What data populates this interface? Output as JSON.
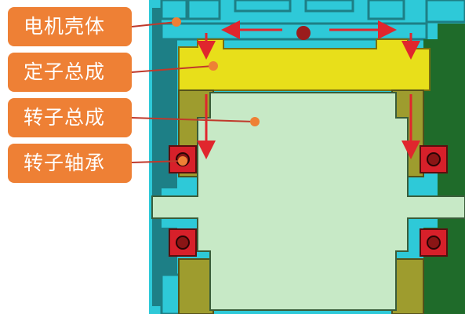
{
  "labels": [
    {
      "id": "motor-housing",
      "text": "电机壳体"
    },
    {
      "id": "stator-assembly",
      "text": "定子总成"
    },
    {
      "id": "rotor-assembly",
      "text": "转子总成"
    },
    {
      "id": "rotor-bearing",
      "text": "转子轴承"
    }
  ],
  "colors": {
    "label_bg": "#ee8035",
    "label_text": "#ffffff",
    "housing_cyan": "#2ec9d8",
    "housing_teal": "#1d7f86",
    "stator_yellow": "#e8df1a",
    "rotor_green": "#c7e9c6",
    "rotor_olive": "#9e9c2e",
    "outer_green": "#1f6b2a",
    "bearing_red": "#d7202a",
    "arrow_red": "#e0262d",
    "leader_line": "#c0392b"
  }
}
